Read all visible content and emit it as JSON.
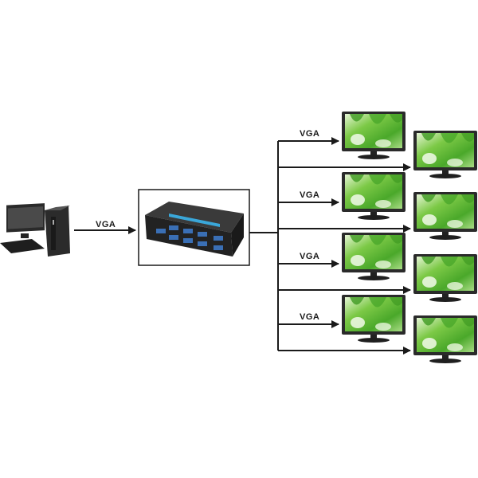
{
  "diagram": {
    "type": "VGA splitter connection diagram",
    "source": {
      "name": "desktop-computer",
      "label": "VGA"
    },
    "splitter": {
      "name": "vga-splitter-1-in-8-out",
      "outputs": 8
    },
    "outputs": [
      {
        "id": 1,
        "label": "VGA"
      },
      {
        "id": 2,
        "label": ""
      },
      {
        "id": 3,
        "label": "VGA"
      },
      {
        "id": 4,
        "label": ""
      },
      {
        "id": 5,
        "label": "VGA"
      },
      {
        "id": 6,
        "label": ""
      },
      {
        "id": 7,
        "label": "VGA"
      },
      {
        "id": 8,
        "label": ""
      }
    ]
  },
  "colors": {
    "line": "#1a1a1a",
    "screen_green": "#5cb82e",
    "screen_light": "#d9f0c4",
    "bezel": "#2a2a2a",
    "splitter_body": "#2b2b2b",
    "splitter_led": "#3aa7d9",
    "port_blue": "#3a6fb5"
  }
}
